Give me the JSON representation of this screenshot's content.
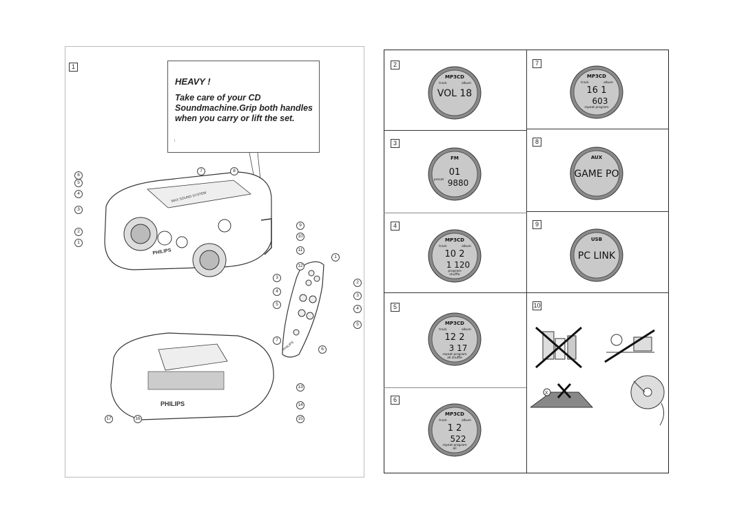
{
  "left_page": {
    "fig_label": "1",
    "warning": {
      "title": "HEAVY !",
      "text": "Take care of your CD Soundmachine.Grip both handles when you carry or lift the set.",
      "tiny_mark": "i"
    },
    "device": {
      "brand": "PHILIPS",
      "top_label": "MAX SOUND SYSTEM"
    },
    "remote_brand": "PHILIPS",
    "callouts_front": [
      "6",
      "5",
      "4",
      "3",
      "2",
      "1",
      "7",
      "8",
      "9",
      "10",
      "11",
      "12"
    ],
    "callouts_remote_left": [
      "3",
      "4",
      "5",
      "7"
    ],
    "callouts_remote_right": [
      "1",
      "2",
      "3",
      "4",
      "5",
      "6"
    ],
    "callouts_back": [
      "13",
      "14",
      "15",
      "17",
      "16"
    ]
  },
  "right_page": {
    "cells": [
      {
        "num": "2",
        "mode": "MP3CD",
        "labels": [
          "track",
          "album"
        ],
        "main": "VOL 18",
        "sub": "",
        "footer": []
      },
      {
        "num": "7",
        "mode": "MP3CD",
        "labels": [
          "track",
          "album"
        ],
        "main": "16  1",
        "sub": "603",
        "footer": [
          "repeat program"
        ]
      },
      {
        "num": "3",
        "mode": "FM",
        "labels": [
          "preset"
        ],
        "main": "01",
        "sub": "9880",
        "footer": []
      },
      {
        "num": "8",
        "mode": "AUX",
        "labels": [],
        "main": "GAME PO",
        "sub": "",
        "footer": []
      },
      {
        "num": "4",
        "mode": "MP3CD",
        "labels": [
          "track",
          "album"
        ],
        "main": "10  2",
        "sub": "1 120",
        "footer": [
          "program",
          "shuffle"
        ]
      },
      {
        "num": "9",
        "mode": "USB",
        "labels": [],
        "main": "PC LINK",
        "sub": "",
        "footer": []
      },
      {
        "num": "5",
        "mode": "MP3CD",
        "labels": [
          "track",
          "album"
        ],
        "main": "12  2",
        "sub": "3 17",
        "footer": [
          "repeat program",
          "all shuffle"
        ]
      },
      {
        "num": "10",
        "mode": "",
        "labels": [],
        "main": "",
        "sub": "",
        "footer": []
      },
      {
        "num": "6",
        "mode": "MP3CD",
        "labels": [
          "track",
          "album"
        ],
        "main": "1  2",
        "sub": "522",
        "footer": [
          "repeat program",
          "all"
        ]
      }
    ],
    "care_mark": "X"
  },
  "colors": {
    "lcd_outer": "#8a8a8a",
    "lcd_inner": "#c9c9c9",
    "ink": "#222222"
  }
}
